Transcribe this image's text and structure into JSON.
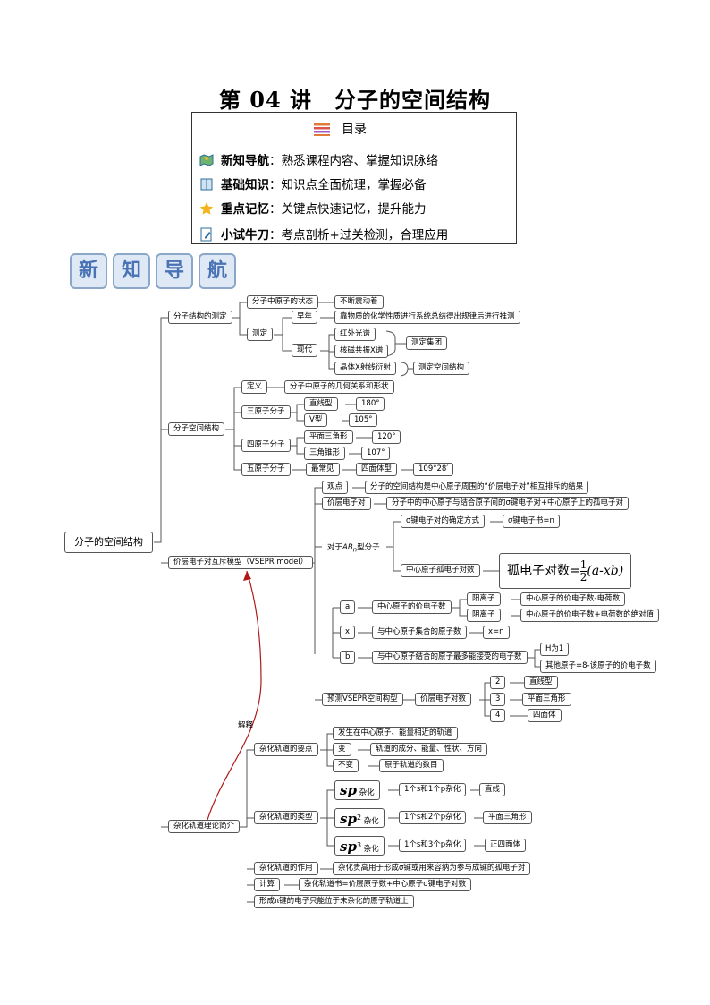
{
  "title": "第 04 讲　分子的空间结构",
  "toc": {
    "heading": "目录",
    "items": [
      {
        "name": "新知导航",
        "desc": "熟悉课程内容、掌握知识脉络"
      },
      {
        "name": "基础知识",
        "desc": "知识点全面梳理，掌握必备"
      },
      {
        "name": "重点记忆",
        "desc": "关键点快速记忆，提升能力"
      },
      {
        "name": "小试牛刀",
        "desc": "考点剖析+过关检测，合理应用"
      }
    ]
  },
  "section_tiles": [
    "新",
    "知",
    "导",
    "航"
  ],
  "map": {
    "root": "分子的空间结构",
    "b1": "分子结构的测定",
    "b1_state": "分子中原子的状态",
    "b1_state_v": "不断震动着",
    "b1_measure": "测定",
    "b1_early": "早年",
    "b1_early_v": "靠物质的化学性质进行系统总结得出规律后进行推测",
    "b1_modern": "现代",
    "b1_ir": "红外光谱",
    "b1_nmr": "核磁共振X谱",
    "b1_group": "测定集团",
    "b1_xray": "晶体X射线衍射",
    "b1_struct": "测定空间结构",
    "b2": "分子空间结构",
    "b2_def": "定义",
    "b2_def_v": "分子中原子的几何关系和形状",
    "b2_tri": "三原子分子",
    "b2_linear": "直线型",
    "b2_180": "180°",
    "b2_v": "V型",
    "b2_105": "105°",
    "b2_four": "四原子分子",
    "b2_planar": "平面三角形",
    "b2_120": "120°",
    "b2_pyr": "三角锥形",
    "b2_107": "107°",
    "b2_five": "五原子分子",
    "b2_common": "最常见",
    "b2_tetra": "四面体型",
    "b2_109": "109°28′",
    "b3": "价层电子对互斥模型（VSEPR model）",
    "b3_view": "观点",
    "b3_view_v": "分子的空间结构是中心原子周围的“价层电子对”相互排斥的结果",
    "b3_vp": "价层电子对",
    "b3_vp_v": "分子中的中心原子与结合原子间的σ键电子对+中心原子上的孤电子对",
    "b3_abn_pre": "对于",
    "b3_abn_ab": "AB",
    "b3_abn_n": "n",
    "b3_abn_post": "型分子",
    "b3_sigma": "σ键电子对的确定方式",
    "b3_sigma_v": "σ键电子书=n",
    "b3_lone": "中心原子孤电子对数",
    "b3_formula_pre": "孤电子对数=",
    "b3_formula_num": "1",
    "b3_formula_den": "2",
    "b3_formula_post": "(a-xb)",
    "b3_a": "a",
    "b3_a_v": "中心原子的价电子数",
    "b3_cation": "阳离子",
    "b3_cation_v": "中心原子的价电子数-电荷数",
    "b3_anion": "阴离子",
    "b3_anion_v": "中心原子的价电子数+电荷数的绝对值",
    "b3_x": "x",
    "b3_x_v": "与中心原子集合的原子数",
    "b3_x_n": "x=n",
    "b3_b": "b",
    "b3_b_v": "与中心原子结合的原子最多能接受的电子数",
    "b3_h": "H为1",
    "b3_other": "其他原子=8-该原子的价电子数",
    "b3_pred": "预测VSEPR空间构型",
    "b3_pred_v": "价层电子对数",
    "b3_2": "2",
    "b3_2_v": "直线型",
    "b3_3": "3",
    "b3_3_v": "平面三角形",
    "b3_4": "4",
    "b3_4_v": "四面体",
    "explain": "解释",
    "b4": "杂化轨道理论简介",
    "b4_key": "杂化轨道的要点",
    "b4_key1": "发生在中心原子、能量相近的轨道",
    "b4_change": "变",
    "b4_change_v": "轨道的成分、能量、性状、方向",
    "b4_same": "不变",
    "b4_same_v": "原子轨道的数目",
    "b4_types": "杂化轨道的类型",
    "b4_sp_label": "sp",
    "b4_sp2_label": "sp",
    "b4_sp2_sup": "2",
    "b4_sp3_label": "sp",
    "b4_sp3_sup": "3",
    "b4_hyb": "杂化",
    "b4_sp_v": "1个s和1个p杂化",
    "b4_sp_shape": "直线",
    "b4_sp2_v": "1个s和2个p杂化",
    "b4_sp2_shape": "平面三角形",
    "b4_sp3_v": "1个s和3个p杂化",
    "b4_sp3_shape": "正四面体",
    "b4_use": "杂化轨道的作用",
    "b4_use_v": "杂化贵高用于形成σ键或用来容纳为参与成键的孤电子对",
    "b4_calc": "计算",
    "b4_calc_v": "杂化轨道书=价层原子数+中心原子σ键电子对数",
    "b4_pi": "形成π键的电子只能位于未杂化的原子轨道上"
  },
  "colors": {
    "line": "#555555",
    "arrow": "#b01818",
    "tile_text": "#4a73b5",
    "tile_bg": "#dfe9f5"
  }
}
